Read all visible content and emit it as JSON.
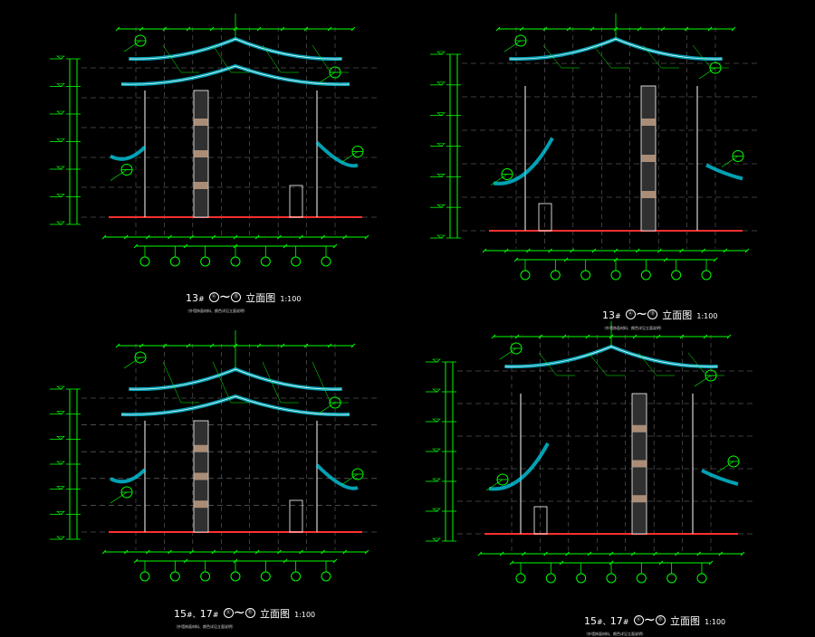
{
  "colors": {
    "background": "#000000",
    "dimension": "#00ff00",
    "roof": "#00e5ff",
    "ground": "#ff3030",
    "wall": "#ffffff",
    "grid": "#7a7a7a",
    "pillar": "#303030",
    "label": "#ffffff"
  },
  "drawings": [
    {
      "title_prefix": "13",
      "title_mark": "#",
      "axis_from": "Ⓐ",
      "axis_to": "Ⓑ",
      "title_suffix": "立面图",
      "scale": "1:100",
      "note": "（外墙饰面材料、颜色详见立面说明）"
    },
    {
      "title_prefix": "13",
      "title_mark": "#",
      "axis_from": "Ⓐ",
      "axis_to": "Ⓑ",
      "title_suffix": "立面图",
      "scale": "1:100",
      "note": "（外墙饰面材料、颜色详见立面说明）"
    },
    {
      "title_prefix": "15",
      "title_mark": "#、",
      "title_prefix2": "17",
      "title_mark2": "#",
      "axis_from": "Ⓐ",
      "axis_to": "Ⓑ",
      "title_suffix": "立面图",
      "scale": "1:100",
      "note": "（外墙饰面材料、颜色详见立面说明）"
    },
    {
      "title_prefix": "15",
      "title_mark": "#、",
      "title_prefix2": "17",
      "title_mark2": "#",
      "axis_from": "Ⓐ",
      "axis_to": "Ⓑ",
      "title_suffix": "立面图",
      "scale": "1:100",
      "note": "（外墙饰面材料、颜色详见立面说明）"
    }
  ],
  "icons": [
    "elevation-drawing",
    "axis-bubble-icon",
    "section-mark-icon"
  ]
}
